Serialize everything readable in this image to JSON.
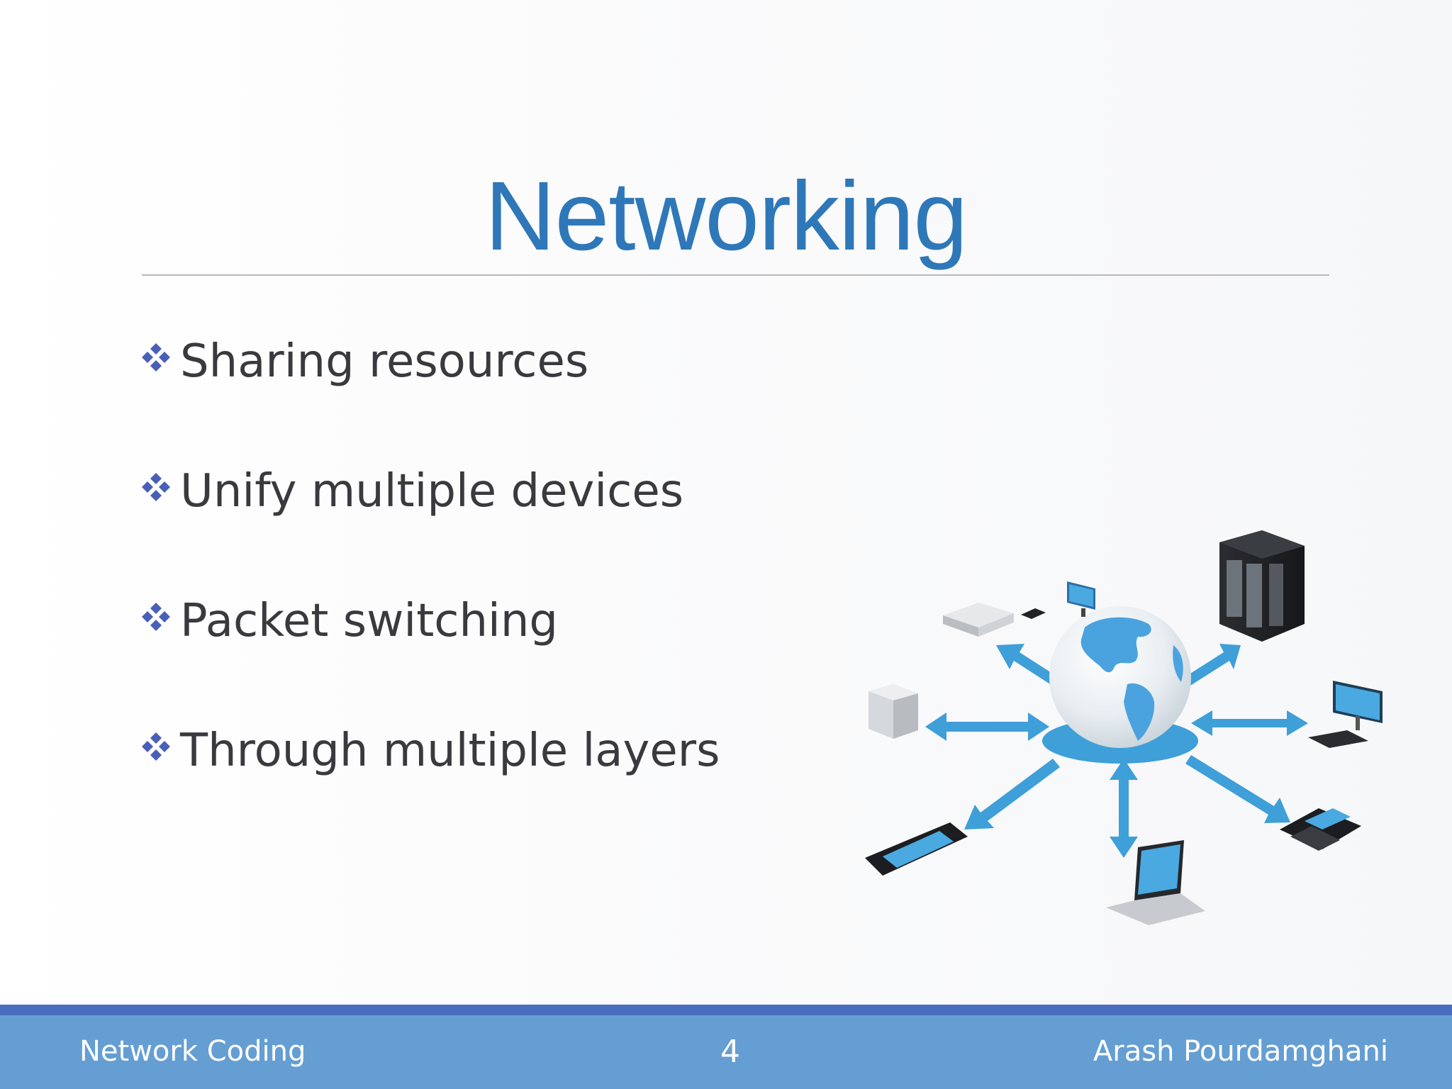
{
  "slide": {
    "title": "Networking",
    "bullets": [
      {
        "text": "Sharing resources",
        "icon": "diamond-bullet-icon"
      },
      {
        "text": "Unify multiple devices",
        "icon": "diamond-bullet-icon"
      },
      {
        "text": "Packet switching",
        "icon": "diamond-bullet-icon"
      },
      {
        "text": "Through multiple layers",
        "icon": "diamond-bullet-icon"
      }
    ],
    "illustration": "network-globe-illustration"
  },
  "footer": {
    "left": "Network Coding",
    "page_number": "4",
    "right": "Arash Pourdamghani"
  },
  "colors": {
    "title": "#2e78b9",
    "bullet_icon": "#4a5fb8",
    "body_text": "#3a3a3e",
    "footer_bar": "#659ed3",
    "footer_strip": "#4a6dbf",
    "arrow_blue": "#3f9fd8"
  }
}
